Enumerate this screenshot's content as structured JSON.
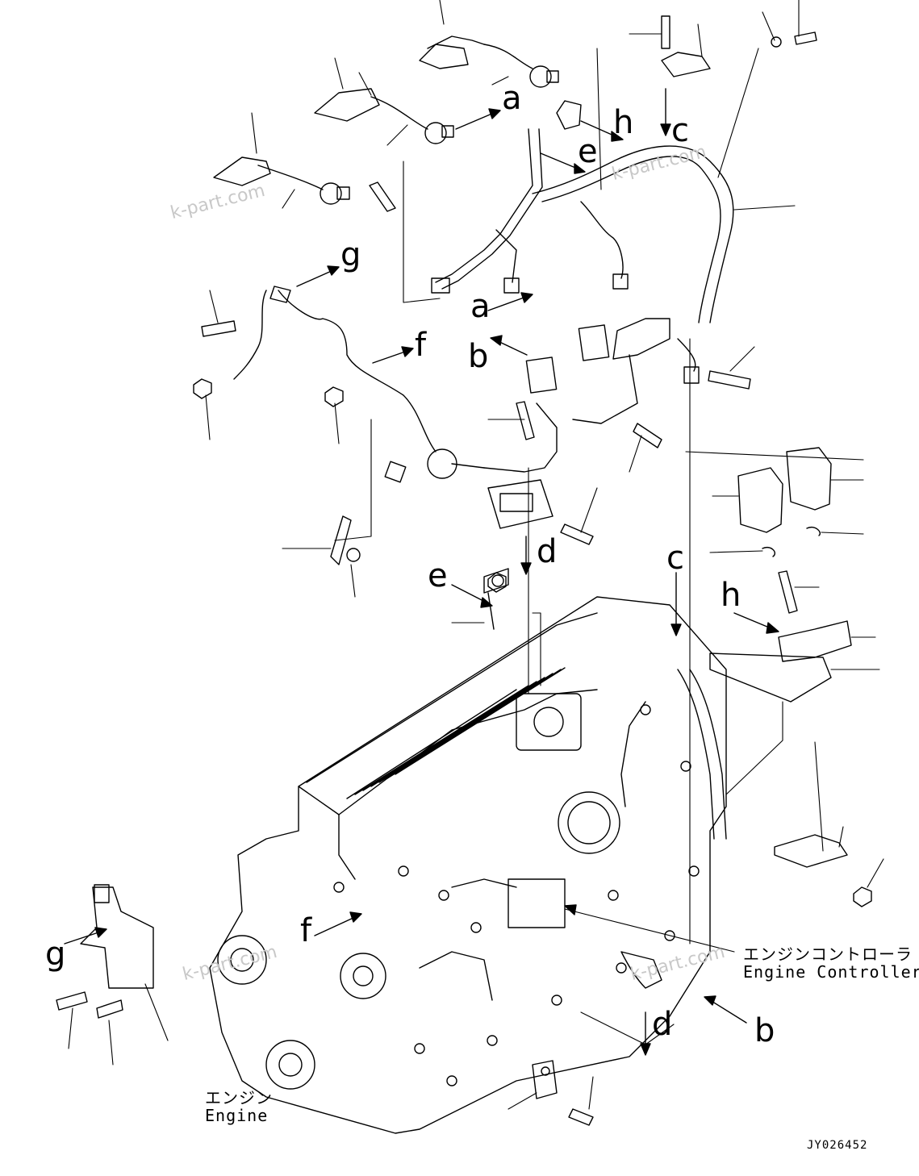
{
  "diagram": {
    "callouts": {
      "a_top": "a",
      "a_mid": "a",
      "b_top": "b",
      "b_bottom": "b",
      "c_top": "c",
      "c_mid": "c",
      "d_mid": "d",
      "d_bottom": "d",
      "e_top": "e",
      "e_mid": "e",
      "f_top": "f",
      "f_bottom": "f",
      "g_top": "g",
      "g_bottom": "g",
      "h_top": "h",
      "h_mid": "h"
    },
    "engine_controller_label": {
      "jp": "エンジンコントローラ",
      "en": "Engine Controller"
    },
    "engine_label": {
      "jp": "エンジン",
      "en": "Engine"
    },
    "watermark": "k-part.com",
    "drawing_code": "JY026452"
  }
}
